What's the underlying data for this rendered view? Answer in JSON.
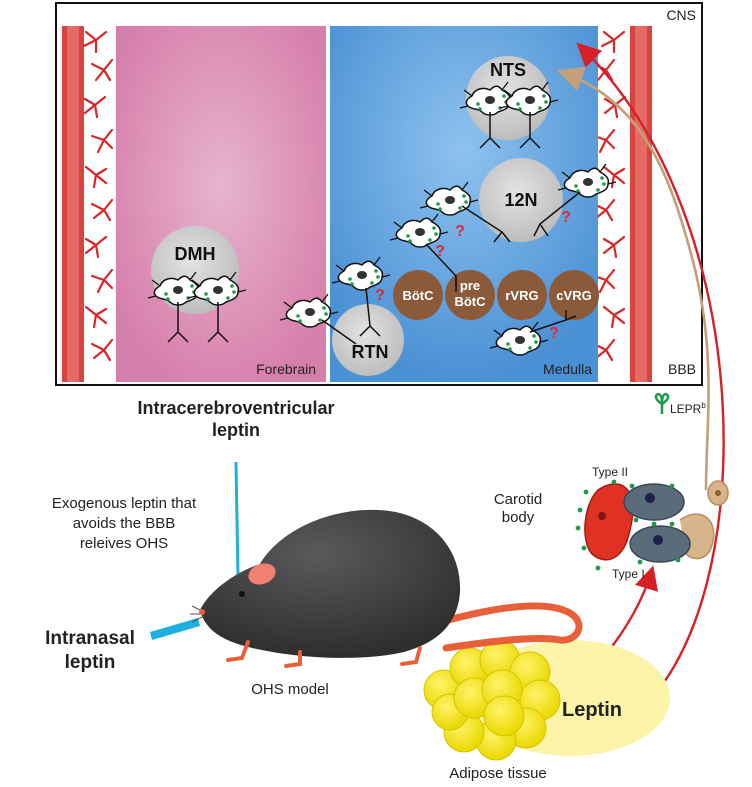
{
  "regions": {
    "cns": "CNS",
    "bbb": "BBB",
    "forebrain": "Forebrain",
    "medulla": "Medulla"
  },
  "nuclei": {
    "nts": "NTS",
    "hypoglossal": "12N",
    "dmh": "DMH",
    "rtn": "RTN",
    "botc": "BötC",
    "prebotc_line1": "pre",
    "prebotc_line2": "BötC",
    "rvrg": "rVRG",
    "cvrg": "cVRG"
  },
  "unknown_marker": "?",
  "legend": {
    "leprb": "LEPR",
    "leprb_sup": "b"
  },
  "routes": {
    "icv_line1": "Intracerebroventricular",
    "icv_line2": "leptin",
    "intranasal_line1": "Intranasal",
    "intranasal_line2": "leptin"
  },
  "note": {
    "line1": "Exogenous leptin that",
    "line2": "avoids the BBB",
    "line3": "releives OHS"
  },
  "model_label": "OHS model",
  "carotid": {
    "line1": "Carotid",
    "line2": "body",
    "type2": "Type II",
    "type1": "Type I"
  },
  "leptin_label": "Leptin",
  "adipose_label": "Adipose tissue",
  "colors": {
    "forebrain": "#d987ad",
    "medulla": "#5b9fdd",
    "nucleus_gray": "#cfcfcf",
    "vrg_brown": "#8a5a3a",
    "arrow_red": "#d62027",
    "arrow_tan": "#c4a07a",
    "receptor_green": "#1f9a4a",
    "mouse": "#3b3b3b",
    "tail": "#e8603a",
    "fat": "#f2e600"
  }
}
